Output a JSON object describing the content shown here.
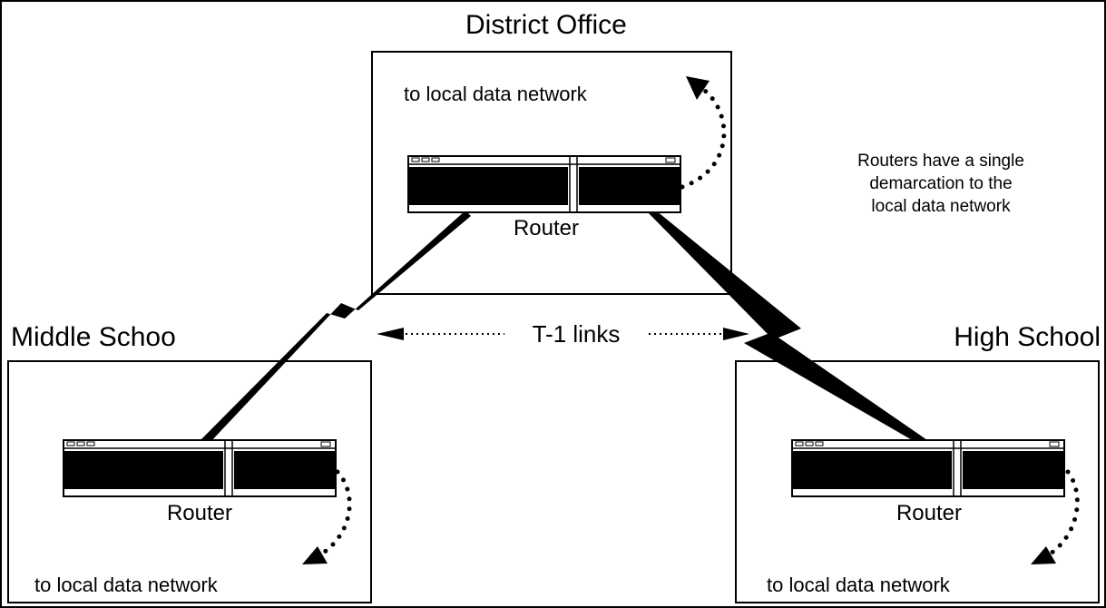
{
  "district_office": {
    "title": "District Office",
    "router_label": "Router",
    "network_label": "to local data network"
  },
  "middle_school": {
    "title": "Middle Schoo",
    "router_label": "Router",
    "network_label": "to local data network"
  },
  "high_school": {
    "title": "High School",
    "router_label": "Router",
    "network_label": "to local data network"
  },
  "links_label": "T-1 links",
  "note": {
    "line1": "Routers have a single",
    "line2": "demarcation to the",
    "line3": "local data network"
  },
  "colors": {
    "ink": "#000000",
    "background": "#ffffff"
  }
}
